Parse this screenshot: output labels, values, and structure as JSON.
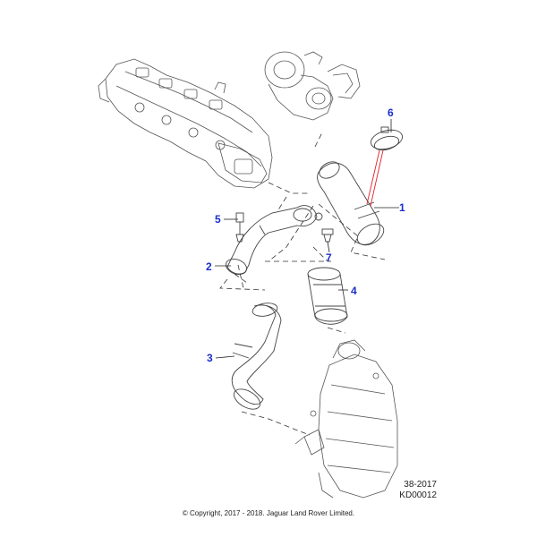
{
  "callouts": [
    {
      "label": "1"
    },
    {
      "label": "2"
    },
    {
      "label": "3"
    },
    {
      "label": "4"
    },
    {
      "label": "5"
    },
    {
      "label": "6"
    },
    {
      "label": "7"
    }
  ],
  "reference": {
    "date_code": "38-2017",
    "diagram_code": "KD00012"
  },
  "copyright": "© Copyright, 2017 - 2018. Jaguar Land Rover Limited.",
  "colors": {
    "callout": "#1a2ecc",
    "line": "#333333",
    "highlight": "#e0202a"
  }
}
